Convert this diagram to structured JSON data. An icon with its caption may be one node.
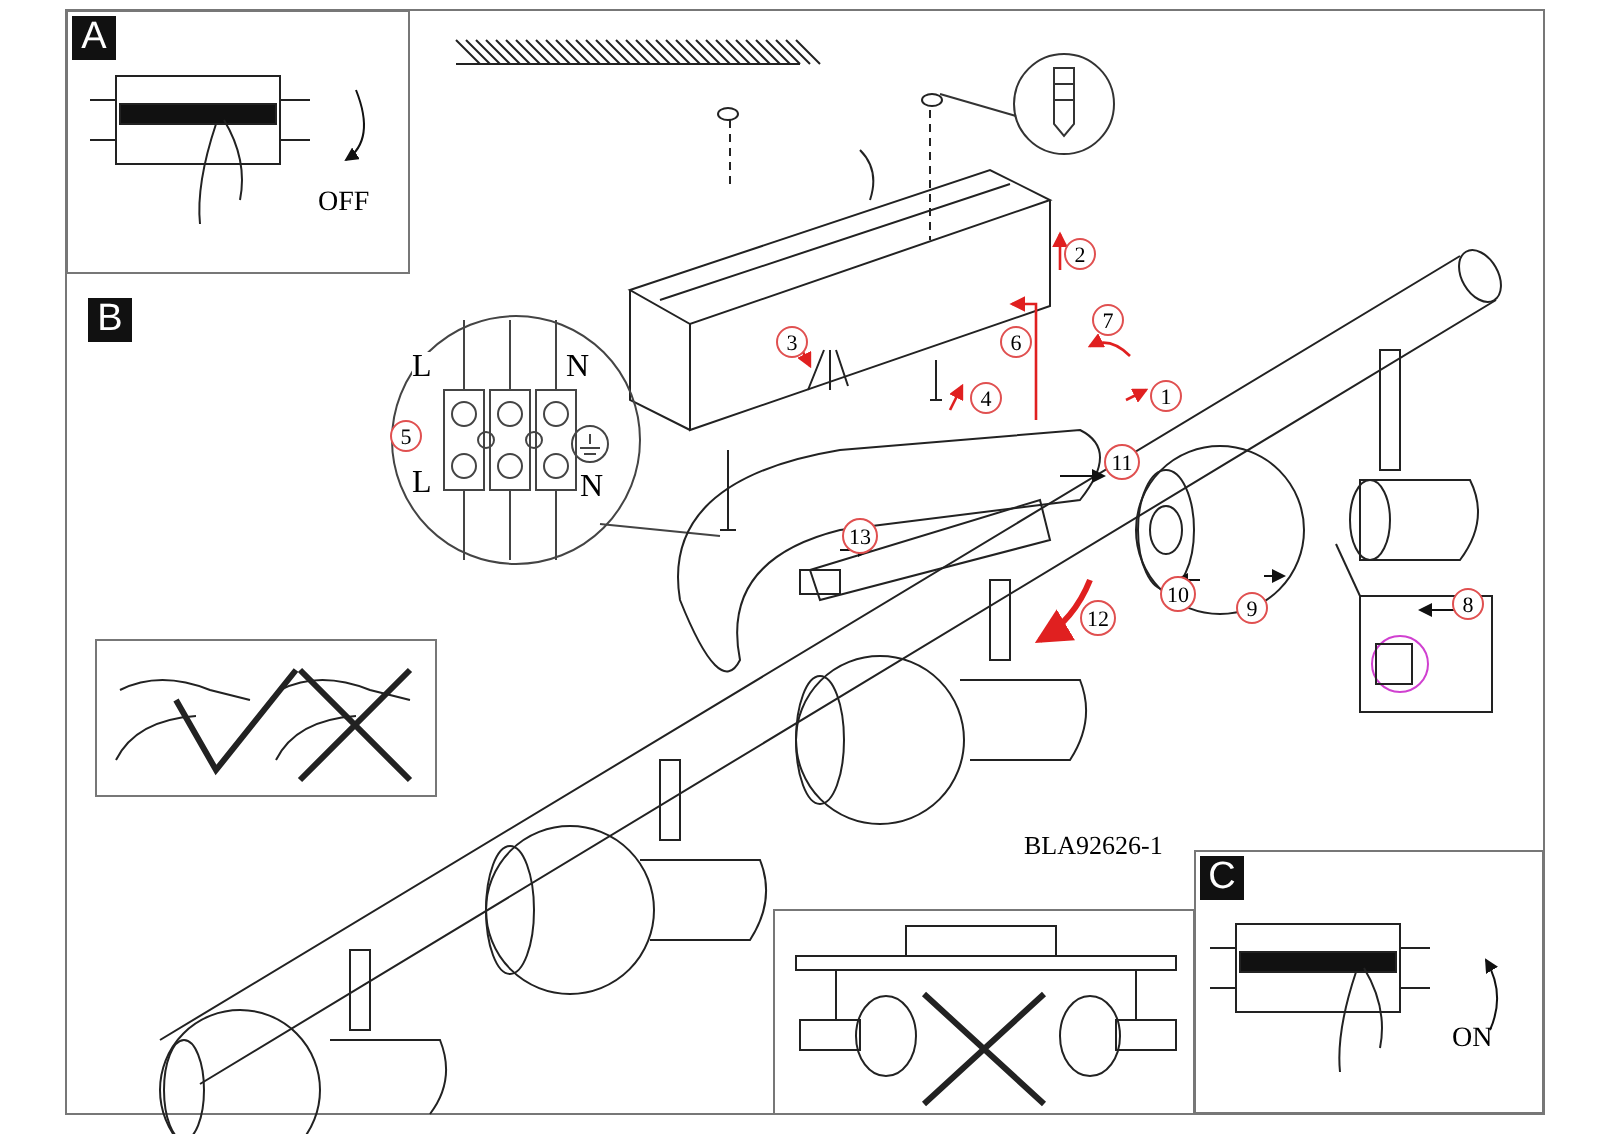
{
  "diagram": {
    "nodes": [
      {
        "text": [
          "A",
          "OFF"
        ]
      },
      {
        "text": [
          "B"
        ]
      },
      {
        "text": [
          "C",
          "ON"
        ]
      }
    ],
    "labels": [
      "2",
      "7",
      "6",
      "3",
      "L",
      "N",
      "1",
      "4",
      "5",
      "L",
      "N",
      "11",
      "13",
      "10",
      "9",
      "8",
      "12",
      "BLA92626-1"
    ]
  }
}
